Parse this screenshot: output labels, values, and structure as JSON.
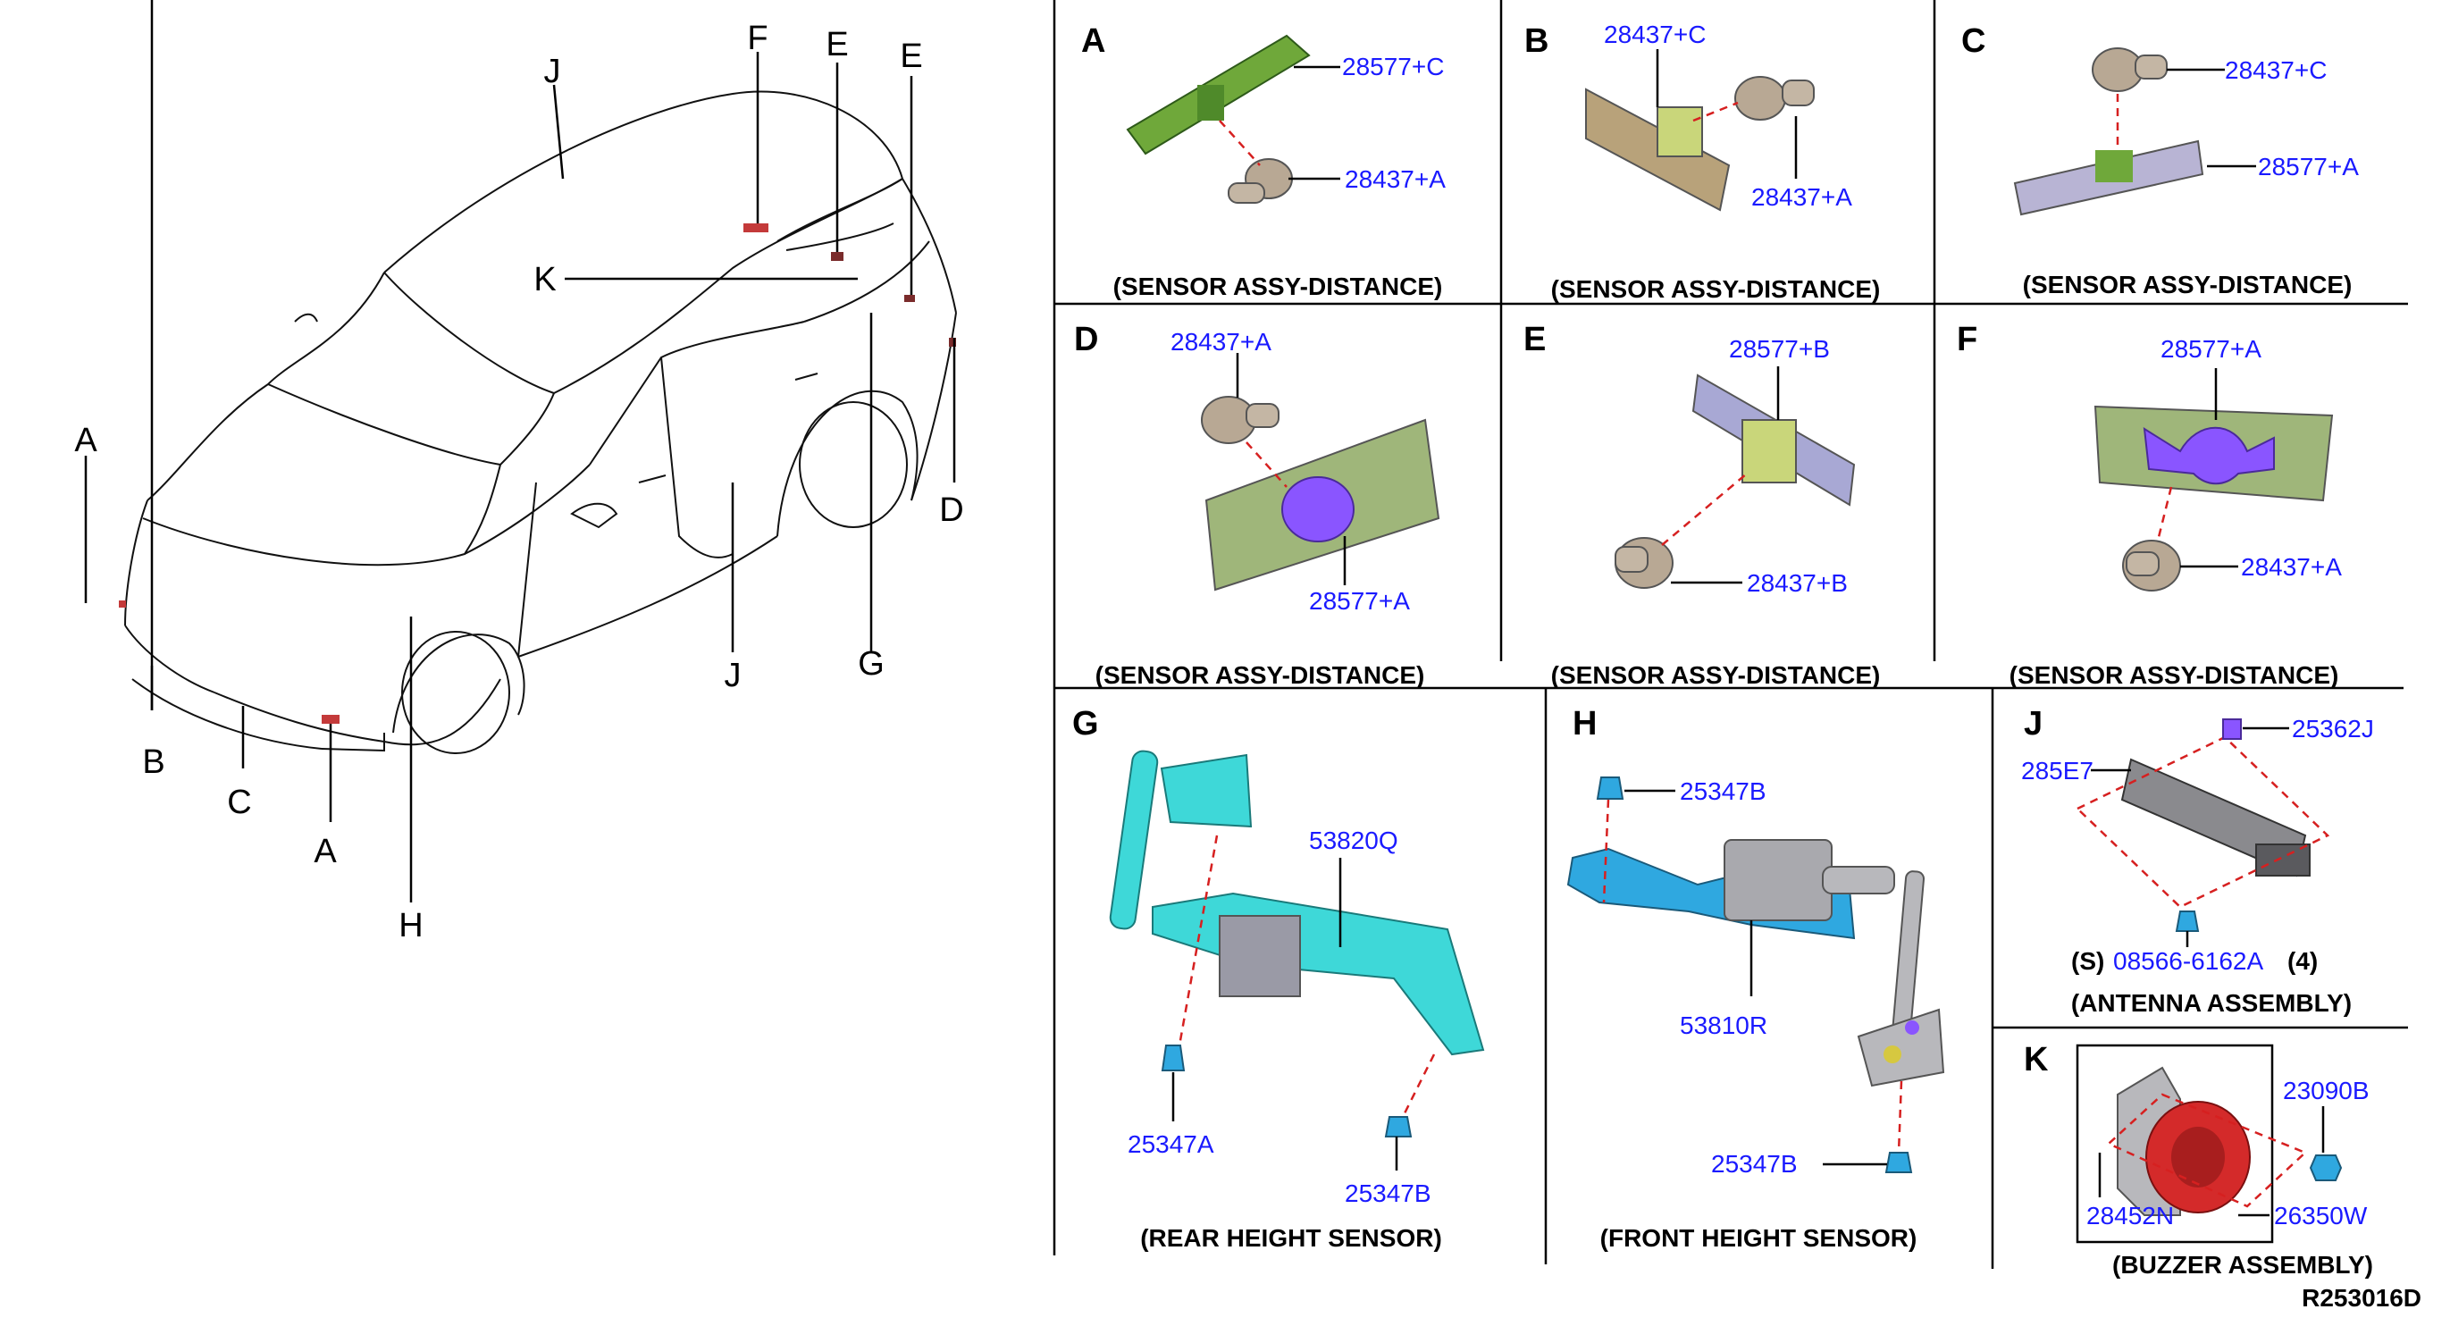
{
  "vehicle": {
    "labels": [
      "J",
      "F",
      "E",
      "E",
      "K",
      "A",
      "D",
      "B",
      "C",
      "A",
      "H",
      "J",
      "G"
    ]
  },
  "panels": {
    "A": {
      "letter": "A",
      "parts": [
        "28577+C",
        "28437+A"
      ],
      "caption": "(SENSOR ASSY-DISTANCE)"
    },
    "B": {
      "letter": "B",
      "parts": [
        "28437+C",
        "28437+A"
      ],
      "caption": "(SENSOR ASSY-DISTANCE)"
    },
    "C": {
      "letter": "C",
      "parts": [
        "28437+C",
        "28577+A"
      ],
      "caption": "(SENSOR ASSY-DISTANCE)"
    },
    "D": {
      "letter": "D",
      "parts": [
        "28437+A",
        "28577+A"
      ],
      "caption": "(SENSOR ASSY-DISTANCE)"
    },
    "E": {
      "letter": "E",
      "parts": [
        "28577+B",
        "28437+B"
      ],
      "caption": "(SENSOR ASSY-DISTANCE)"
    },
    "F": {
      "letter": "F",
      "parts": [
        "28577+A",
        "28437+A"
      ],
      "caption": "(SENSOR ASSY-DISTANCE)"
    },
    "G": {
      "letter": "G",
      "parts": [
        "53820Q",
        "25347A",
        "25347B"
      ],
      "caption": "(REAR HEIGHT SENSOR)"
    },
    "H": {
      "letter": "H",
      "parts": [
        "25347B",
        "53810R",
        "25347B"
      ],
      "caption": "(FRONT HEIGHT SENSOR)"
    },
    "J": {
      "letter": "J",
      "parts": [
        "25362J",
        "285E7",
        "08566-6162A"
      ],
      "prefix": "(S)",
      "qty": "(4)",
      "caption": "(ANTENNA ASSEMBLY)"
    },
    "K": {
      "letter": "K",
      "parts": [
        "23090B",
        "28452N",
        "26350W"
      ],
      "caption": "(BUZZER ASSEMBLY)"
    }
  },
  "drawing_number": "R253016D",
  "colors": {
    "part_number": "#1a1aff",
    "leader_dashed": "#d62020",
    "bracket_green": "#6fa83a",
    "sensor_tan": "#b8a894",
    "cyan_part": "#3ed8d8",
    "blue_part": "#2fa8e0",
    "purple_part": "#8a55ff",
    "buzzer_red": "#d42a2a"
  }
}
